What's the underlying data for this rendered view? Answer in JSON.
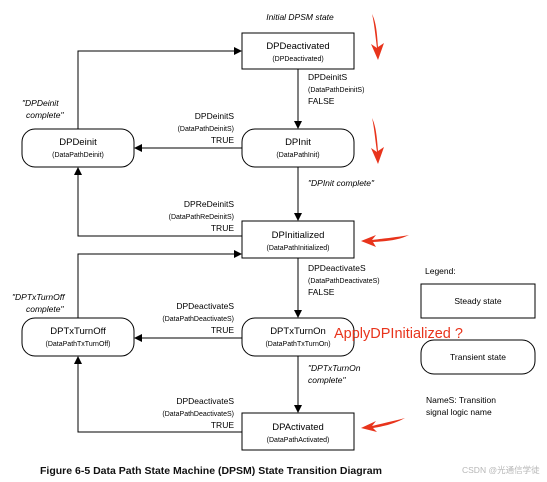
{
  "initial_state_label": "Initial DPSM state",
  "states": {
    "deactivated": {
      "name": "DPDeactivated",
      "func": "(DPDeactivated)"
    },
    "deinit": {
      "name": "DPDeinit",
      "func": "(DataPathDeinit)"
    },
    "init": {
      "name": "DPInit",
      "func": "(DataPathInit)"
    },
    "initialized": {
      "name": "DPInitialized",
      "func": "(DataPathInitialized)"
    },
    "txturnoff": {
      "name": "DPTxTurnOff",
      "func": "(DataPathTxTurnOff)"
    },
    "txturnon": {
      "name": "DPTxTurnOn",
      "func": "(DataPathTxTurnOn)"
    },
    "activated": {
      "name": "DPActivated",
      "func": "(DataPathActivated)"
    }
  },
  "transitions": {
    "deinit_from_deactivated": {
      "signal": "DPDeinitS",
      "func": "(DataPathDeinitS)",
      "value": "FALSE"
    },
    "init_to_deinit": {
      "signal": "DPDeinitS",
      "func": "(DataPathDeinitS)",
      "value": "TRUE"
    },
    "initialized_to_deinit": {
      "signal": "DPReDeinitS",
      "func": "(DataPathReDeinitS)",
      "value": "TRUE"
    },
    "initialized_to_txturnon": {
      "signal": "DPDeactivateS",
      "func": "(DataPathDeactivateS)",
      "value": "FALSE"
    },
    "txturnon_to_txturnoff": {
      "signal": "DPDeactivateS",
      "func": "(DataPathDeactivateS)",
      "value": "TRUE"
    },
    "activated_to_txturnoff": {
      "signal": "DPDeactivateS",
      "func": "(DataPathDeactivateS)",
      "value": "TRUE"
    }
  },
  "completion_labels": {
    "deinit_line1": "\"DPDeinit",
    "deinit_line2": "complete\"",
    "init_complete": "\"DPInit complete\"",
    "txturnoff_line1": "\"DPTxTurnOff",
    "txturnoff_line2": "complete\"",
    "txturnon_line1": "\"DPTxTurnOn",
    "txturnon_line2": "complete\""
  },
  "legend": {
    "title": "Legend:",
    "steady": "Steady state",
    "transient": "Transient state",
    "names_line1": "NameS: Transition",
    "names_line2": "signal logic name"
  },
  "annotation": "ApplyDPInitialized ?",
  "caption": "Figure 6-5 Data Path State Machine (DPSM) State Transition Diagram",
  "watermark": "CSDN @光通信学徒",
  "colors": {
    "annotation_red": "#e8341c",
    "line": "#000000"
  }
}
